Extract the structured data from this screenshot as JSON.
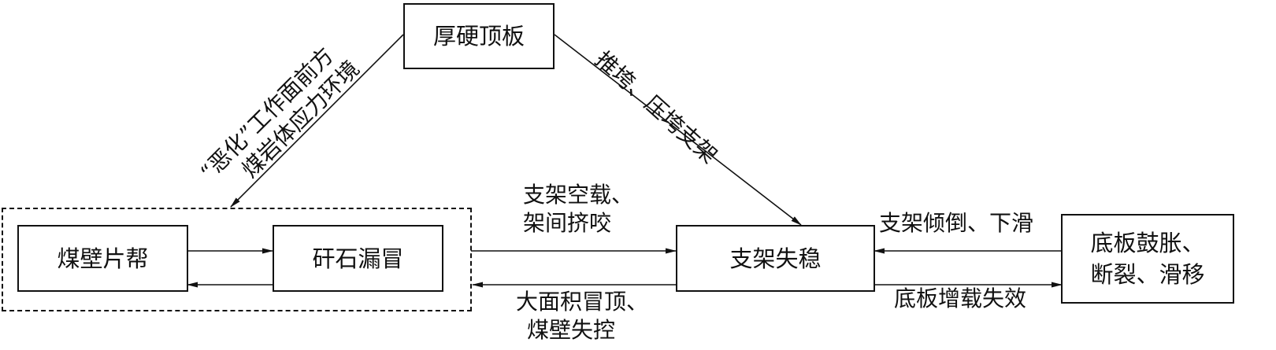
{
  "nodes": {
    "roof": "厚硬顶板",
    "rib_spalling": "煤壁片帮",
    "gangue_fall": "矸石漏冒",
    "support_instability": "支架失稳",
    "floor_line1": "底板鼓胀、",
    "floor_line2": "断裂、滑移"
  },
  "edges": {
    "roof_to_group_line1": "“恶化”工作面前方",
    "roof_to_group_line2": "煤岩体应力环境",
    "roof_to_support": "推垮、压垮支架",
    "group_to_support_line1": "支架空载、",
    "group_to_support_line2": "架间挤咬",
    "support_to_group_line1": "大面积冒顶、",
    "support_to_group_line2": "煤壁失控",
    "floor_to_support": "支架倾倒、下滑",
    "support_to_floor": "底板增载失效"
  }
}
